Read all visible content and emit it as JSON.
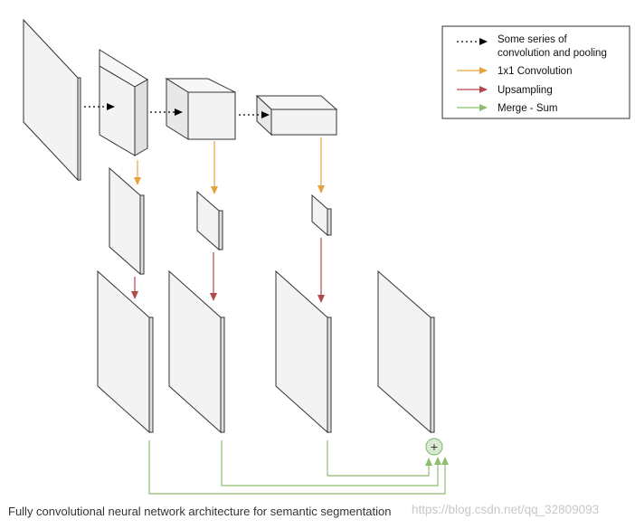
{
  "legend": {
    "items": [
      {
        "lines": [
          "Some series of",
          "convolution and pooling"
        ],
        "color": "#000000",
        "dashed": true,
        "icon": "dotted-arrow-icon"
      },
      {
        "lines": [
          "1x1 Convolution"
        ],
        "color": "#E5A33B",
        "dashed": false,
        "icon": "orange-arrow-icon"
      },
      {
        "lines": [
          "Upsampling"
        ],
        "color": "#B5474A",
        "dashed": false,
        "icon": "red-arrow-icon"
      },
      {
        "lines": [
          "Merge - Sum"
        ],
        "color": "#8DBE6E",
        "dashed": false,
        "icon": "green-arrow-icon"
      }
    ]
  },
  "sum_node": {
    "symbol": "+",
    "fill": "#D9EAD3",
    "stroke": "#8DBE6E"
  },
  "caption": "Fully convolutional neural network architecture for semantic segmentation",
  "watermark": "https://blog.csdn.net/qq_32809093",
  "colors": {
    "face": "#F3F3F3",
    "side": "#E0E0E0",
    "edge": "#333333",
    "conv": "#E5A33B",
    "upsample": "#B5474A",
    "merge": "#8DBE6E",
    "series": "#000000"
  }
}
